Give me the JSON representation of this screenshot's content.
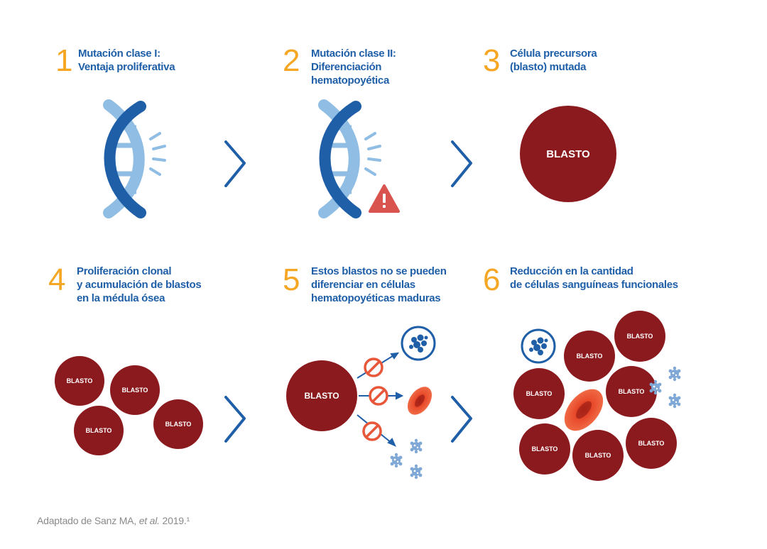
{
  "steps": [
    {
      "number": "1",
      "title_lines": [
        "Mutación clase I:",
        "Ventaja proliferativa"
      ]
    },
    {
      "number": "2",
      "title_lines": [
        "Mutación clase II:",
        "Diferenciación",
        "hematopoyética"
      ]
    },
    {
      "number": "3",
      "title_lines": [
        "Célula precursora",
        "(blasto) mutada"
      ]
    },
    {
      "number": "4",
      "title_lines": [
        "Proliferación clonal",
        "y acumulación de blastos",
        "en la médula ósea"
      ]
    },
    {
      "number": "5",
      "title_lines": [
        "Estos blastos no se pueden",
        "diferenciar en células",
        "hematopoyéticas maduras"
      ]
    },
    {
      "number": "6",
      "title_lines": [
        "Reducción en la cantidad",
        "de células sanguíneas funcionales"
      ]
    }
  ],
  "blast_label": "BLASTO",
  "footer": {
    "prefix": "Adaptado de Sanz MA, ",
    "etal": "et al.",
    "suffix": " 2019.¹"
  },
  "colors": {
    "number": "#f5a623",
    "title": "#1f5fa8",
    "blast": "#8b1a1f",
    "dna_dark": "#1f5fa8",
    "dna_light": "#8fbde3",
    "arrow": "#1f5fa8",
    "forbidden": "#e8573a",
    "rbc": "#e8492a",
    "warning": "#d9534f"
  },
  "icons": [
    "dna-icon",
    "warning-icon",
    "chevron-right-icon",
    "forbidden-icon",
    "red-blood-cell-icon",
    "white-blood-cell-icon",
    "platelet-icon"
  ]
}
